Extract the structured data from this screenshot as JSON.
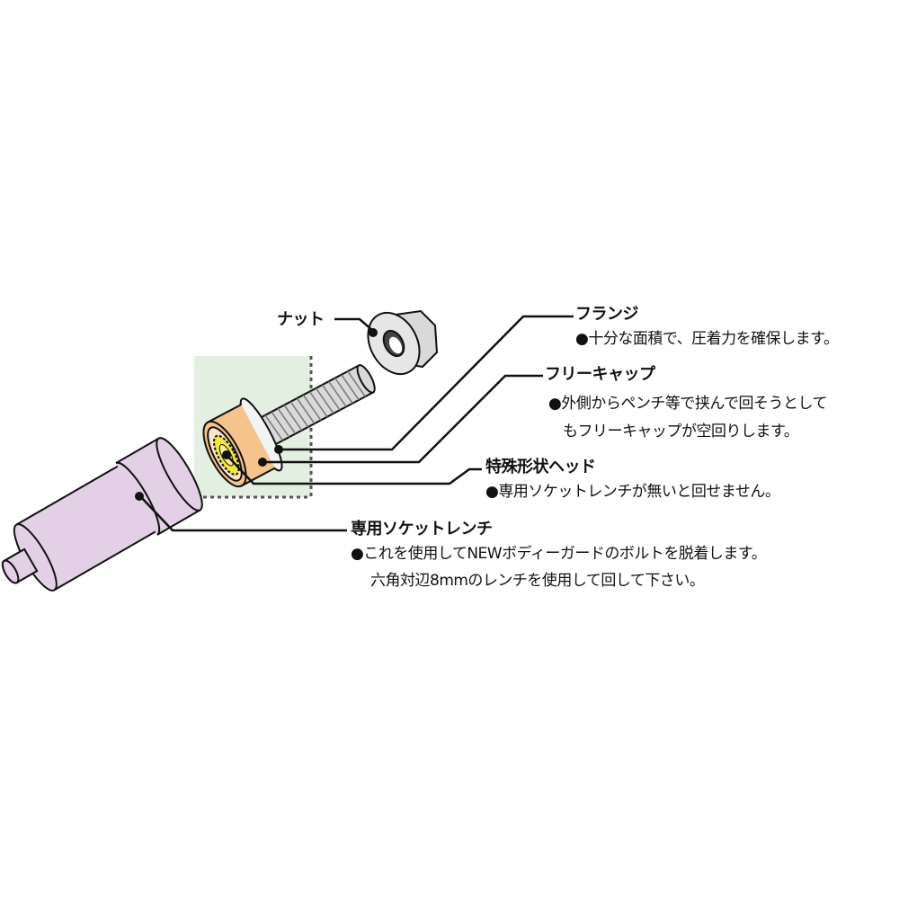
{
  "colors": {
    "highlight_box": "#e3efe0",
    "socket": "#e3cfe6",
    "bolt_head": "#f5c48c",
    "inner_head": "#f2e83a",
    "metal": "#d9d9d9",
    "line": "#111111"
  },
  "callouts": {
    "nut": {
      "label": "ナット"
    },
    "flange": {
      "label": "フランジ",
      "lines": [
        "●十分な面積で、圧着力を確保します。"
      ]
    },
    "free_cap": {
      "label": "フリーキャップ",
      "lines": [
        "●外側からペンチ等で挟んで回そうとして",
        "もフリーキャップが空回りします。"
      ]
    },
    "special_head": {
      "label": "特殊形状ヘッド",
      "lines": [
        "●専用ソケットレンチが無いと回せません。"
      ]
    },
    "socket_wrench": {
      "label": "専用ソケットレンチ",
      "lines": [
        "●これを使用してNEWボディーガードのボルトを脱着します。",
        "六角対辺8mmのレンチを使用して回して下さい。"
      ]
    }
  }
}
